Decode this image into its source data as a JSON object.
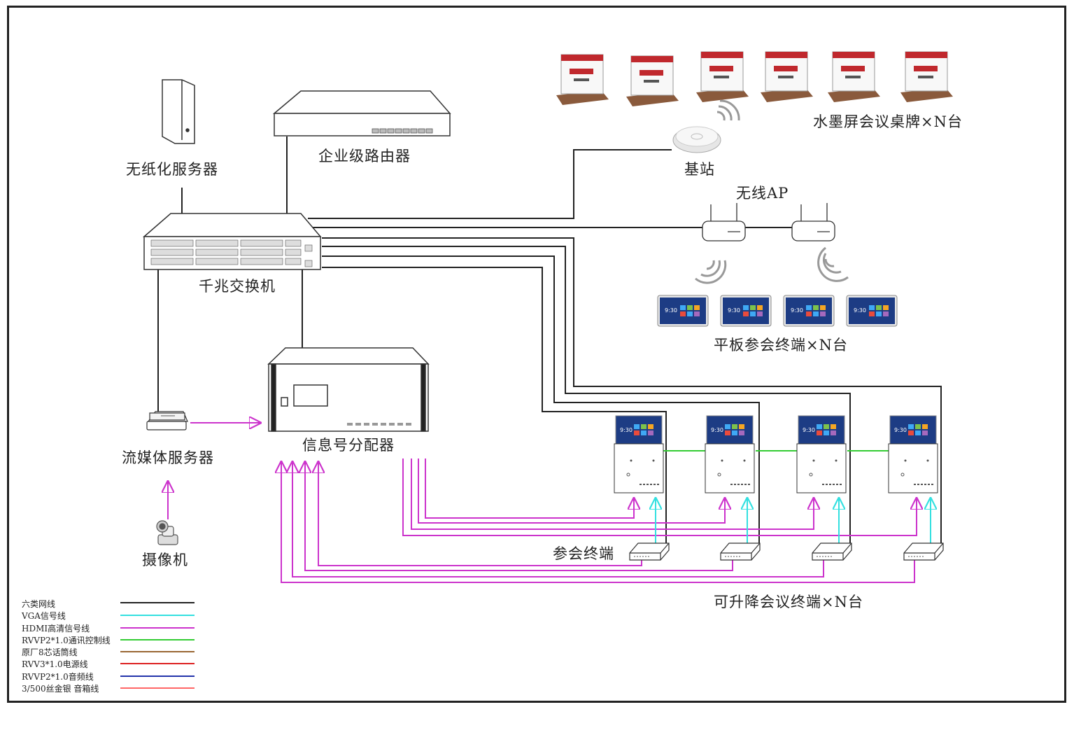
{
  "labels": {
    "paperless_server": "无纸化服务器",
    "router": "企业级路由器",
    "base_station": "基站",
    "ink_nameplates": "水墨屏会议桌牌×N台",
    "wireless_ap": "无线AP",
    "gigabit_switch": "千兆交换机",
    "tablet_terminals": "平板参会终端×N台",
    "streaming_server": "流媒体服务器",
    "signal_distributor": "信息号分配器",
    "camera": "摄像机",
    "attendee_terminal": "参会终端",
    "lift_terminals": "可升降会议终端×N台"
  },
  "screen_time": "9:30",
  "legend": [
    {
      "label": "六类网线",
      "color": "#222222"
    },
    {
      "label": "VGA信号线",
      "color": "#33e0e0"
    },
    {
      "label": "HDMI高清信号线",
      "color": "#cc33cc"
    },
    {
      "label": "RVVP2*1.0通讯控制线",
      "color": "#33cc33"
    },
    {
      "label": "原厂8芯话筒线",
      "color": "#996633"
    },
    {
      "label": "RVV3*1.0电源线",
      "color": "#dd2222"
    },
    {
      "label": "RVVP2*1.0音频线",
      "color": "#2233aa"
    },
    {
      "label": "3/500丝金银 音箱线",
      "color": "#ff6666"
    }
  ],
  "colors": {
    "network": "#222222",
    "vga": "#33e0e0",
    "hdmi": "#cc33cc",
    "control": "#33cc33"
  }
}
